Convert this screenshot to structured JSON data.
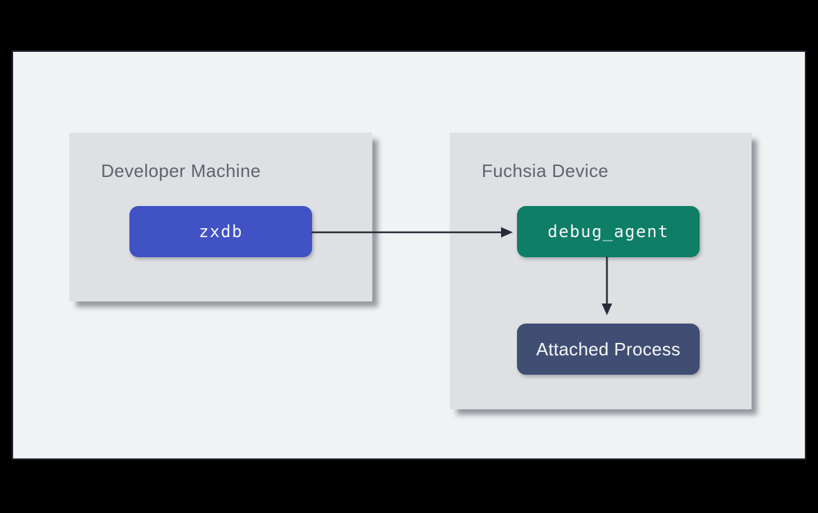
{
  "diagram": {
    "groups": [
      {
        "title": "Developer Machine",
        "nodes": [
          {
            "label": "zxdb",
            "color": "#4152c4",
            "text_style": "monospace"
          }
        ]
      },
      {
        "title": "Fuchsia Device",
        "nodes": [
          {
            "label": "debug_agent",
            "color": "#0f7e66",
            "text_style": "monospace"
          },
          {
            "label": "Attached Process",
            "color": "#414e73",
            "text_style": "sans"
          }
        ]
      }
    ],
    "connections": [
      {
        "from": "zxdb",
        "to": "debug_agent",
        "direction": "right"
      },
      {
        "from": "debug_agent",
        "to": "Attached Process",
        "direction": "down"
      }
    ],
    "colors": {
      "outer_background": "#000000",
      "panel_fill": "#f1f2f4",
      "panel_border": "#222733",
      "group_fill": "#dee0e3",
      "group_shadow": "#80858f",
      "group_title_text": "#5d6470",
      "node_text": "#f5f7f9",
      "arrow": "#262b36"
    }
  }
}
